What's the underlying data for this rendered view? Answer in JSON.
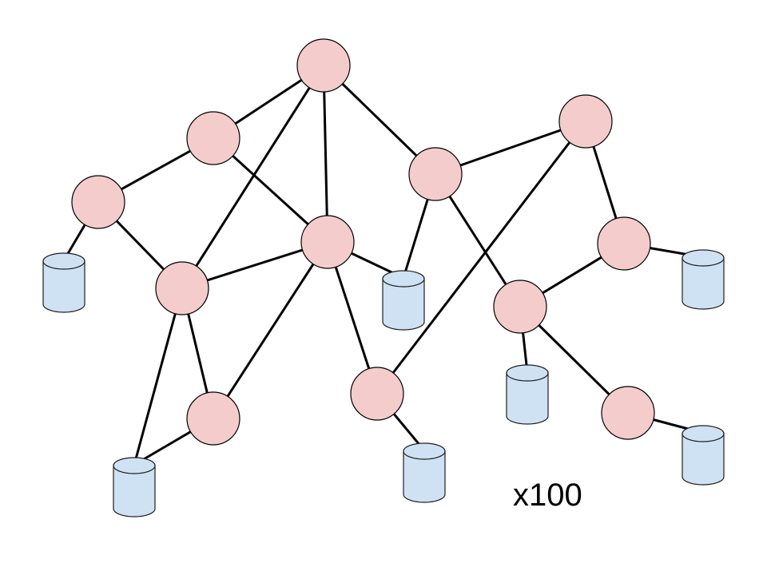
{
  "label": {
    "multiplier": "x100"
  },
  "colors": {
    "node_fill": "#f4cccc",
    "db_fill": "#cfe2f3",
    "edge": "#000000"
  },
  "nodes": [
    {
      "id": "n1"
    },
    {
      "id": "n2"
    },
    {
      "id": "n3"
    },
    {
      "id": "n4"
    },
    {
      "id": "n5"
    },
    {
      "id": "n6"
    },
    {
      "id": "n7"
    },
    {
      "id": "n8"
    },
    {
      "id": "n9"
    },
    {
      "id": "n10"
    },
    {
      "id": "n11"
    },
    {
      "id": "n12"
    },
    {
      "id": "n13"
    }
  ],
  "databases": [
    {
      "id": "db1"
    },
    {
      "id": "db2"
    },
    {
      "id": "db3"
    },
    {
      "id": "db4"
    },
    {
      "id": "db5"
    },
    {
      "id": "db6"
    },
    {
      "id": "db7"
    }
  ],
  "edges": [
    [
      "n1",
      "n2"
    ],
    [
      "n1",
      "n6"
    ],
    [
      "n1",
      "n5"
    ],
    [
      "n1",
      "n7"
    ],
    [
      "n2",
      "n3"
    ],
    [
      "n2",
      "n5"
    ],
    [
      "n3",
      "n4"
    ],
    [
      "n3",
      "db1"
    ],
    [
      "n4",
      "n5"
    ],
    [
      "n4",
      "n9"
    ],
    [
      "n4",
      "db2"
    ],
    [
      "n5",
      "n10"
    ],
    [
      "n5",
      "db3"
    ],
    [
      "n5",
      "n8"
    ],
    [
      "n6",
      "n11"
    ],
    [
      "n6",
      "n7"
    ],
    [
      "n7",
      "db4"
    ],
    [
      "n7",
      "n12"
    ],
    [
      "n7",
      "n9"
    ],
    [
      "n8",
      "n12"
    ],
    [
      "n8",
      "db5"
    ],
    [
      "n9",
      "db2"
    ],
    [
      "n9",
      "n10"
    ],
    [
      "n10",
      "db6"
    ],
    [
      "n11",
      "n13"
    ],
    [
      "n11",
      "db7"
    ],
    [
      "n12",
      "db4"
    ],
    [
      "n13",
      "db7"
    ]
  ]
}
